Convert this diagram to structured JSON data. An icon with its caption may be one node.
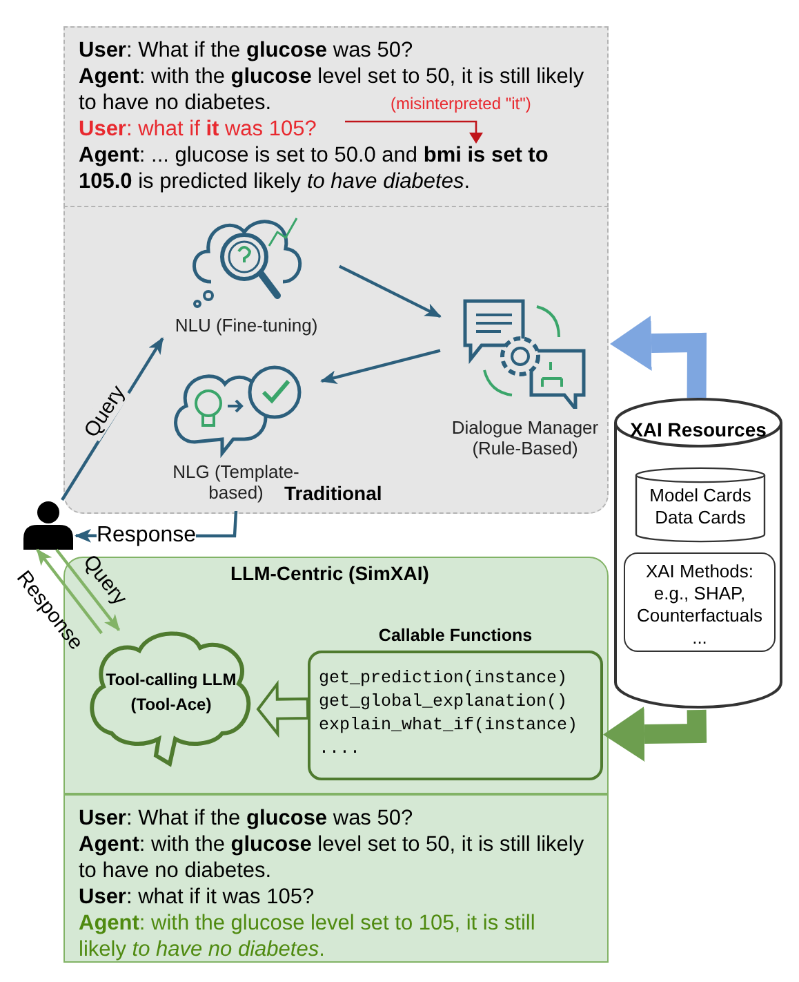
{
  "diagram": {
    "nodes": [
      {
        "text": [
          "**User**: What if the **glucose** was 50?",
          "**Agent**: with the **glucose** level set to 50, it is still likely to have no diabetes.",
          "**User**: what if **it** was 105?",
          "**Agent**: ... glucose is set to 50.0 and **bmi is set to 105.0** is predicted likely *to have diabetes*."
        ]
      },
      {
        "text": [
          "Traditional"
        ]
      },
      {
        "text": [
          "NLU (Fine-tuning)"
        ],
        "in": 1
      },
      {
        "text": [
          "NLG (Template-based)"
        ],
        "in": 1
      },
      {
        "text": [
          "Dialogue Manager (Rule-Based)"
        ],
        "in": 1
      },
      {
        "text": [],
        "shape": "person"
      },
      {
        "text": [
          "XAI Resources"
        ]
      },
      {
        "text": [
          "Model Cards",
          "Data Cards"
        ],
        "in": 6
      },
      {
        "text": [
          "XAI Methods: e.g., SHAP, Counterfactuals ..."
        ],
        "in": 6
      },
      {
        "text": [
          "LLM-Centric (SimXAI)"
        ]
      },
      {
        "text": [
          "Tool-calling LLM (Tool-Ace)"
        ],
        "in": 9
      },
      {
        "text": [
          "Callable Functions",
          "get_prediction(instance)",
          "get_global_explanation()",
          "explain_what_if(instance)",
          "...."
        ],
        "in": 9
      },
      {
        "text": [
          "**User**: What if the **glucose** was 50?",
          "**Agent**: with the **glucose** level set to 50, it is still likely to have no diabetes.",
          "**User**: what if it was 105?",
          "**Agent**: with the glucose level set to 105, it is still likely *to have no diabetes*."
        ]
      }
    ],
    "edges": [
      {
        "from": 5,
        "to": 2,
        "arrow": "to",
        "label": "Query"
      },
      {
        "from": 2,
        "to": 4,
        "arrow": "to"
      },
      {
        "from": 4,
        "to": 3,
        "arrow": "to"
      },
      {
        "from": 3,
        "to": 5,
        "arrow": "to",
        "label": "Response"
      },
      {
        "from": 6,
        "to": 4,
        "arrow": "to",
        "style": "thick",
        "color": "#7ea6e0"
      },
      {
        "from": 6,
        "to": 11,
        "arrow": "to",
        "style": "thick",
        "color": "#6d9e4f"
      },
      {
        "from": 11,
        "to": 10,
        "arrow": "to",
        "style": "thick",
        "color": "#4f7b2f"
      },
      {
        "from": 5,
        "to": 10,
        "arrow": "to",
        "label": "Query",
        "color": "#82b366"
      },
      {
        "from": 10,
        "to": 5,
        "arrow": "to",
        "label": "Response",
        "color": "#82b366"
      }
    ],
    "labels": [
      "(misinterpreted \"it\")"
    ]
  }
}
